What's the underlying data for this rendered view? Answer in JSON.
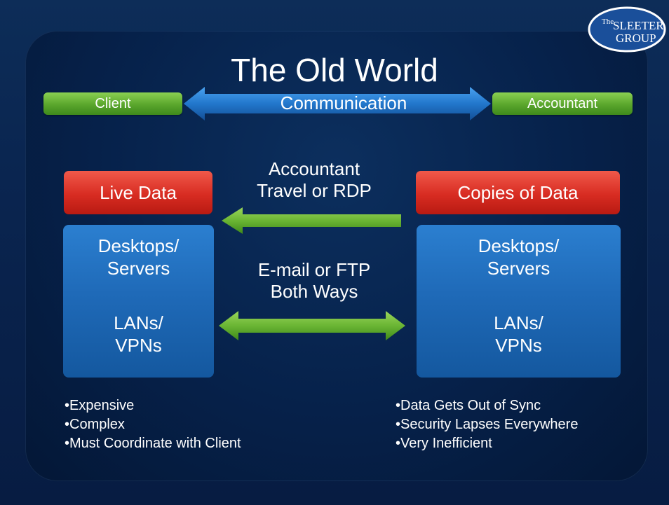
{
  "title": "The Old World",
  "communication": {
    "client_label": "Client",
    "center_label": "Communication",
    "accountant_label": "Accountant"
  },
  "left": {
    "header": "Live Data",
    "line1": "Desktops/",
    "line2": "Servers",
    "line3": "LANs/",
    "line4": "VPNs",
    "bullets": [
      "Expensive",
      "Complex",
      "Must Coordinate with Client"
    ]
  },
  "right": {
    "header": "Copies of Data",
    "line1": "Desktops/",
    "line2": "Servers",
    "line3": "LANs/",
    "line4": "VPNs",
    "bullets": [
      "Data Gets Out of Sync",
      "Security Lapses Everywhere",
      "Very Inefficient"
    ]
  },
  "middle": {
    "top_line1": "Accountant",
    "top_line2": "Travel or RDP",
    "bottom_line1": "E-mail or FTP",
    "bottom_line2": "Both Ways"
  },
  "logo": {
    "word_the": "The",
    "word_sleeter": "SLEETER",
    "word_group": "GROUP"
  },
  "colors": {
    "accent_green": "#5aa62c",
    "accent_red": "#d82c22",
    "accent_blue": "#1f6ab8",
    "background": "#0a2550"
  }
}
